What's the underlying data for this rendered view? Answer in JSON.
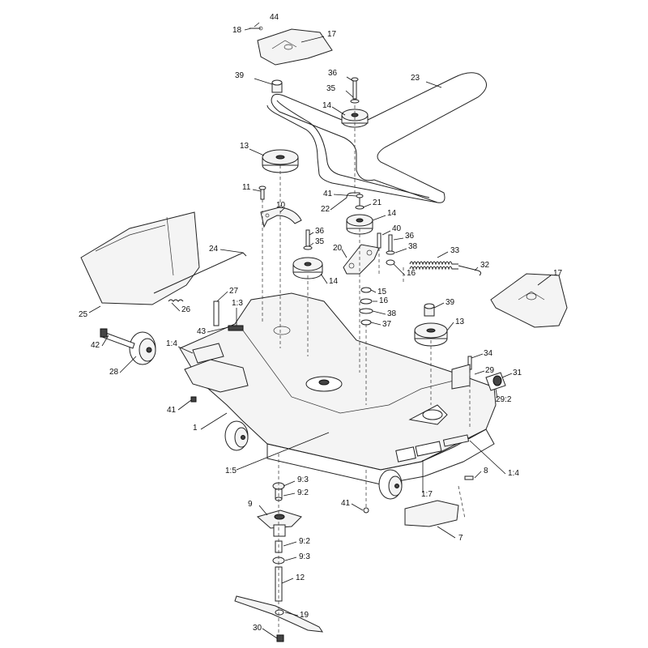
{
  "callouts": [
    {
      "text": "18"
    },
    {
      "text": "44"
    },
    {
      "text": "17"
    },
    {
      "text": "39"
    },
    {
      "text": "36"
    },
    {
      "text": "35"
    },
    {
      "text": "23"
    },
    {
      "text": "14"
    },
    {
      "text": "13"
    },
    {
      "text": "11"
    },
    {
      "text": "10"
    },
    {
      "text": "41"
    },
    {
      "text": "21"
    },
    {
      "text": "22"
    },
    {
      "text": "14"
    },
    {
      "text": "40"
    },
    {
      "text": "36"
    },
    {
      "text": "38"
    },
    {
      "text": "36"
    },
    {
      "text": "35"
    },
    {
      "text": "20"
    },
    {
      "text": "33"
    },
    {
      "text": "32"
    },
    {
      "text": "16"
    },
    {
      "text": "24"
    },
    {
      "text": "14"
    },
    {
      "text": "17"
    },
    {
      "text": "15"
    },
    {
      "text": "16"
    },
    {
      "text": "38"
    },
    {
      "text": "37"
    },
    {
      "text": "27"
    },
    {
      "text": "1:3"
    },
    {
      "text": "26"
    },
    {
      "text": "25"
    },
    {
      "text": "43"
    },
    {
      "text": "39"
    },
    {
      "text": "13"
    },
    {
      "text": "42"
    },
    {
      "text": "1:4"
    },
    {
      "text": "34"
    },
    {
      "text": "29"
    },
    {
      "text": "31"
    },
    {
      "text": "28"
    },
    {
      "text": "29:2"
    },
    {
      "text": "41"
    },
    {
      "text": "1"
    },
    {
      "text": "1:5"
    },
    {
      "text": "9:3"
    },
    {
      "text": "9:2"
    },
    {
      "text": "8"
    },
    {
      "text": "1:4"
    },
    {
      "text": "1:7"
    },
    {
      "text": "9"
    },
    {
      "text": "41"
    },
    {
      "text": "7"
    },
    {
      "text": "9:2"
    },
    {
      "text": "9:3"
    },
    {
      "text": "12"
    },
    {
      "text": "19"
    },
    {
      "text": "30"
    }
  ],
  "colors": {
    "line": "#222222",
    "background": "#ffffff",
    "fill": "#f4f4f4"
  }
}
